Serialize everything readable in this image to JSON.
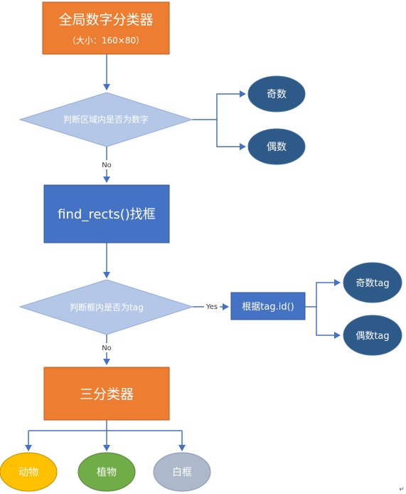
{
  "nodes": {
    "global_classifier_title": "全局数字分类器",
    "global_classifier_size": "（大小：160×80）",
    "check_digit_region": "判断区域内是否为数字",
    "odd": "奇数",
    "even": "偶数",
    "find_rects": "find_rects()找框",
    "check_tag_in_box": "判断框内是否为tag",
    "by_tag_id": "根据tag.id()",
    "odd_tag": "奇数tag",
    "even_tag": "偶数tag",
    "three_classifier": "三分类器",
    "animal": "动物",
    "plant": "植物",
    "white_box": "白框"
  },
  "edge_labels": {
    "no_1": "No",
    "yes": "Yes",
    "no_2": "No"
  },
  "colors": {
    "orange_box": "#ED7D31",
    "blue_box": "#4472C4",
    "diamond_fill": "#B4C7E7",
    "dark_ellipse": "#2E5A8A",
    "yellow_ellipse": "#FFC000",
    "green_ellipse": "#70AD47",
    "light_ellipse": "#ADB9CA",
    "arrow": "#4472C4"
  }
}
